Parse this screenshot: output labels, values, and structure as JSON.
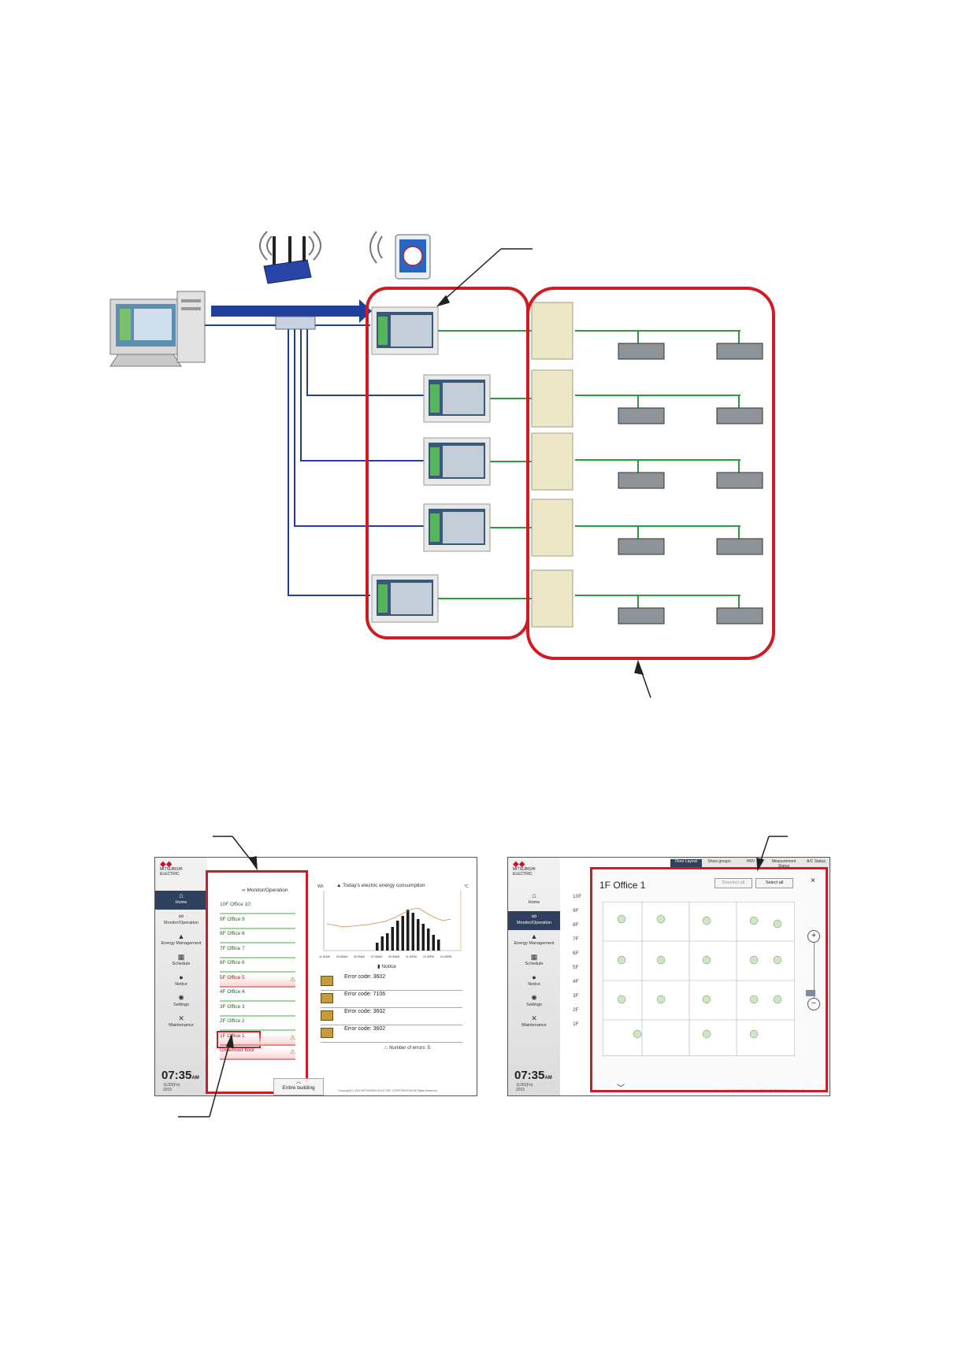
{
  "colors": {
    "highlight_red": "#d11a22",
    "lan_blue": "#203f9a",
    "refrigerant_green": "#2e9a3e",
    "nav_active": "#2f3f5e"
  },
  "left_screen": {
    "brand": [
      "MITSUBISHI",
      "ELECTRIC"
    ],
    "nav": [
      {
        "label": "Home",
        "icon": "home-icon"
      },
      {
        "label": "Monitor/Operation",
        "icon": "binoculars-icon"
      },
      {
        "label": "Energy Management",
        "icon": "chart-icon"
      },
      {
        "label": "Schedule",
        "icon": "calendar-icon"
      },
      {
        "label": "Notice",
        "icon": "bell-icon"
      },
      {
        "label": "Settings",
        "icon": "gear-icon"
      },
      {
        "label": "Maintenance",
        "icon": "wrench-icon"
      }
    ],
    "active_nav": "Home",
    "clock": "07:35",
    "clock_suffix": "AM",
    "date_line1": "11/20(Fri)",
    "date_line2": "2015",
    "panel_title": "Monitor/Operation",
    "floors": [
      {
        "label": "10F Office 10",
        "error": false
      },
      {
        "label": "9F Office 9",
        "error": false
      },
      {
        "label": "8F Office 8",
        "error": false
      },
      {
        "label": "7F Office 7",
        "error": false
      },
      {
        "label": "6F Office 6",
        "error": false
      },
      {
        "label": "5F Office 5",
        "error": true
      },
      {
        "label": "4F Office 4",
        "error": false
      },
      {
        "label": "3F Office 3",
        "error": false
      },
      {
        "label": "2F Office 2",
        "error": false
      },
      {
        "label": "1F Office 1",
        "error": true
      },
      {
        "label": "Undefined floor",
        "error": true
      }
    ],
    "energy_title": "Today's electric energy consumption",
    "energy_y_left_unit": "Wh",
    "energy_y_right_unit": "°C",
    "energy_x_ticks": [
      "11:30AM",
      "03:30AM",
      "05:30AM",
      "07:30AM",
      "09:30AM",
      "11:30PM",
      "01:30PM",
      "02:30PM"
    ],
    "notice_title": "Notice",
    "errors": [
      {
        "code": "Error code: 3602"
      },
      {
        "code": "Error code: 7106"
      },
      {
        "code": "Error code: 3602"
      },
      {
        "code": "Error code: 3602"
      }
    ],
    "error_count": "Number of errors: 5",
    "entire_building": "Entire building",
    "copyright": "Copyright(C) 2015 MITSUBISHI ELECTRIC CORPORATION All Rights Reserved"
  },
  "right_screen": {
    "tabs": [
      "Floor Layout",
      "Show groups",
      "HRV",
      "Measurement Status",
      "A/C Status"
    ],
    "active_tab": "Floor Layout",
    "floor_stubs": [
      "10F",
      "9F",
      "8F",
      "7F",
      "6F",
      "5F",
      "4F",
      "3F",
      "2F",
      "1F"
    ],
    "map_title": "1F Office 1",
    "btn_deselect": "Deselect all",
    "btn_select": "Select all",
    "close": "×",
    "zoom_in": "+",
    "zoom_out": "−",
    "clock": "07:35",
    "clock_suffix": "AM",
    "date_line1": "11/20(Fri)",
    "date_line2": "2015",
    "copyright": "Copyright(C) 2015 MITSUBISHI ELECTRIC CORPORATION All Rights Reserved"
  }
}
